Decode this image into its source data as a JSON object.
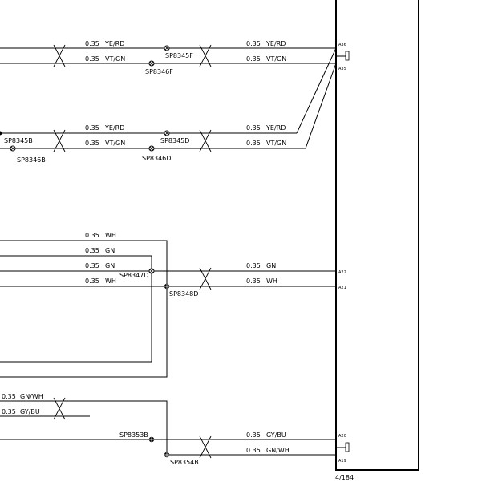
{
  "page": {
    "number": "4/184"
  },
  "wires": [
    {
      "id": "w1",
      "gauge": "0.35",
      "color": "YE/RD"
    },
    {
      "id": "w2",
      "gauge": "0.35",
      "color": "VT/GN"
    },
    {
      "id": "w3",
      "gauge": "0.35",
      "color": "YE/RD"
    },
    {
      "id": "w4",
      "gauge": "0.35",
      "color": "VT/GN"
    },
    {
      "id": "w5",
      "gauge": "0.35",
      "color": "YE/RD"
    },
    {
      "id": "w6",
      "gauge": "0.35",
      "color": "VT/GN"
    },
    {
      "id": "w7",
      "gauge": "0.35",
      "color": "YE/RD"
    },
    {
      "id": "w8",
      "gauge": "0.35",
      "color": "VT/GN"
    },
    {
      "id": "w9",
      "gauge": "0.35",
      "color": "WH"
    },
    {
      "id": "w10",
      "gauge": "0.35",
      "color": "GN"
    },
    {
      "id": "w11",
      "gauge": "0.35",
      "color": "GN"
    },
    {
      "id": "w12",
      "gauge": "0.35",
      "color": "WH"
    },
    {
      "id": "w13",
      "gauge": "0.35",
      "color": "GN"
    },
    {
      "id": "w14",
      "gauge": "0.35",
      "color": "WH"
    },
    {
      "id": "w15",
      "gauge": "0.35",
      "color": "GN/WH"
    },
    {
      "id": "w16",
      "gauge": "0.35",
      "color": "GY/BU"
    },
    {
      "id": "w17",
      "gauge": "0.35",
      "color": "GY/BU"
    },
    {
      "id": "w18",
      "gauge": "0.35",
      "color": "GN/WH"
    }
  ],
  "splices": {
    "s1": "SP8345F",
    "s2": "SP8346F",
    "s3": "SP8345B",
    "s4": "SP8346B",
    "s5": "SP8345D",
    "s6": "SP8346D",
    "s7": "SP8347D",
    "s8": "SP8348D",
    "s9": "SP8353B",
    "s10": "SP8354B"
  },
  "pins": {
    "p1": "A36",
    "p2": "A35",
    "p3": "A22",
    "p4": "A21",
    "p5": "A20",
    "p6": "A19"
  }
}
